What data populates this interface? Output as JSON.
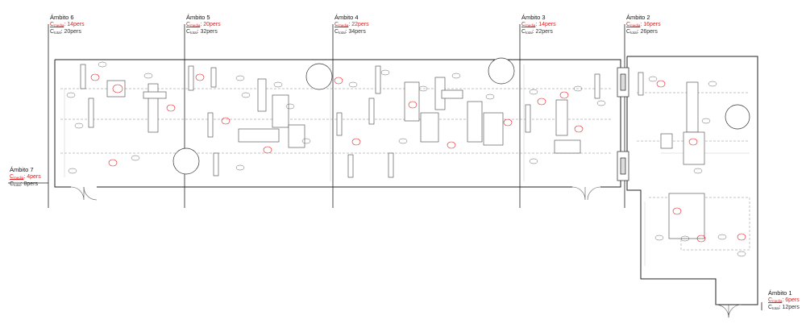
{
  "colors": {
    "line": "#222222",
    "grey": "#9a9a9a",
    "light": "#c8c8c8",
    "media": "#e02020"
  },
  "ambitos": [
    {
      "id": "6",
      "title": "Ámbito 6",
      "c_media": "14pers",
      "c_total": "20pers"
    },
    {
      "id": "5",
      "title": "Ámbito 5",
      "c_media": "20pers",
      "c_total": "32pers"
    },
    {
      "id": "4",
      "title": "Ámbito 4",
      "c_media": "22pers",
      "c_total": "34pers"
    },
    {
      "id": "3",
      "title": "Ámbito 3",
      "c_media": "14pers",
      "c_total": "22pers"
    },
    {
      "id": "2",
      "title": "Ámbito 2",
      "c_media": "16pers",
      "c_total": "26pers"
    },
    {
      "id": "7",
      "title": "Ámbito 7",
      "c_media": "4pers",
      "c_total": "8pers"
    },
    {
      "id": "1",
      "title": "Ámbito 1",
      "c_media": "6pers",
      "c_total": "12pers"
    }
  ],
  "capacity_labels": {
    "c_letter": "C",
    "media_sub": "media",
    "total_sub": "total"
  }
}
